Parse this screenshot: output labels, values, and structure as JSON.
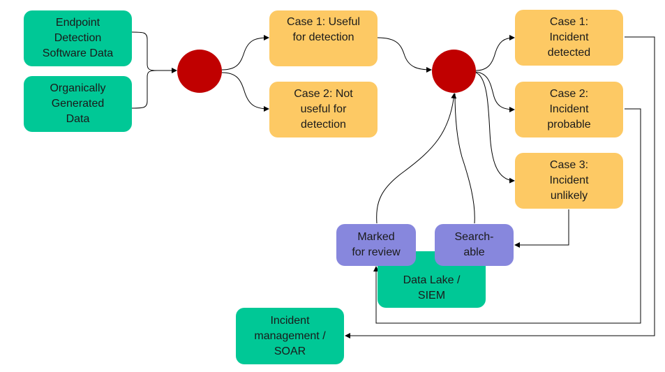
{
  "colors": {
    "source_box": "#00c896",
    "case_box": "#fdc964",
    "state_box": "#8787dd",
    "decision_node": "#c00000",
    "connector": "#000000"
  },
  "nodes": {
    "endpoint_data": "Endpoint\nDetection\nSoftware Data",
    "organic_data": "Organically\nGenerated\nData",
    "useful_case": "Case 1: Useful\nfor detection",
    "not_useful_case": "Case 2: Not\nuseful for\ndetection",
    "incident_detected": "Case 1:\nIncident\ndetected",
    "incident_probable": "Case 2:\nIncident\nprobable",
    "incident_unlikely": "Case 3:\nIncident\nunlikely",
    "marked_for_review": "Marked\nfor review",
    "searchable": "Search-\nable",
    "data_lake": "Data Lake /\nSIEM",
    "incident_management": "Incident\nmanagement /\nSOAR"
  }
}
